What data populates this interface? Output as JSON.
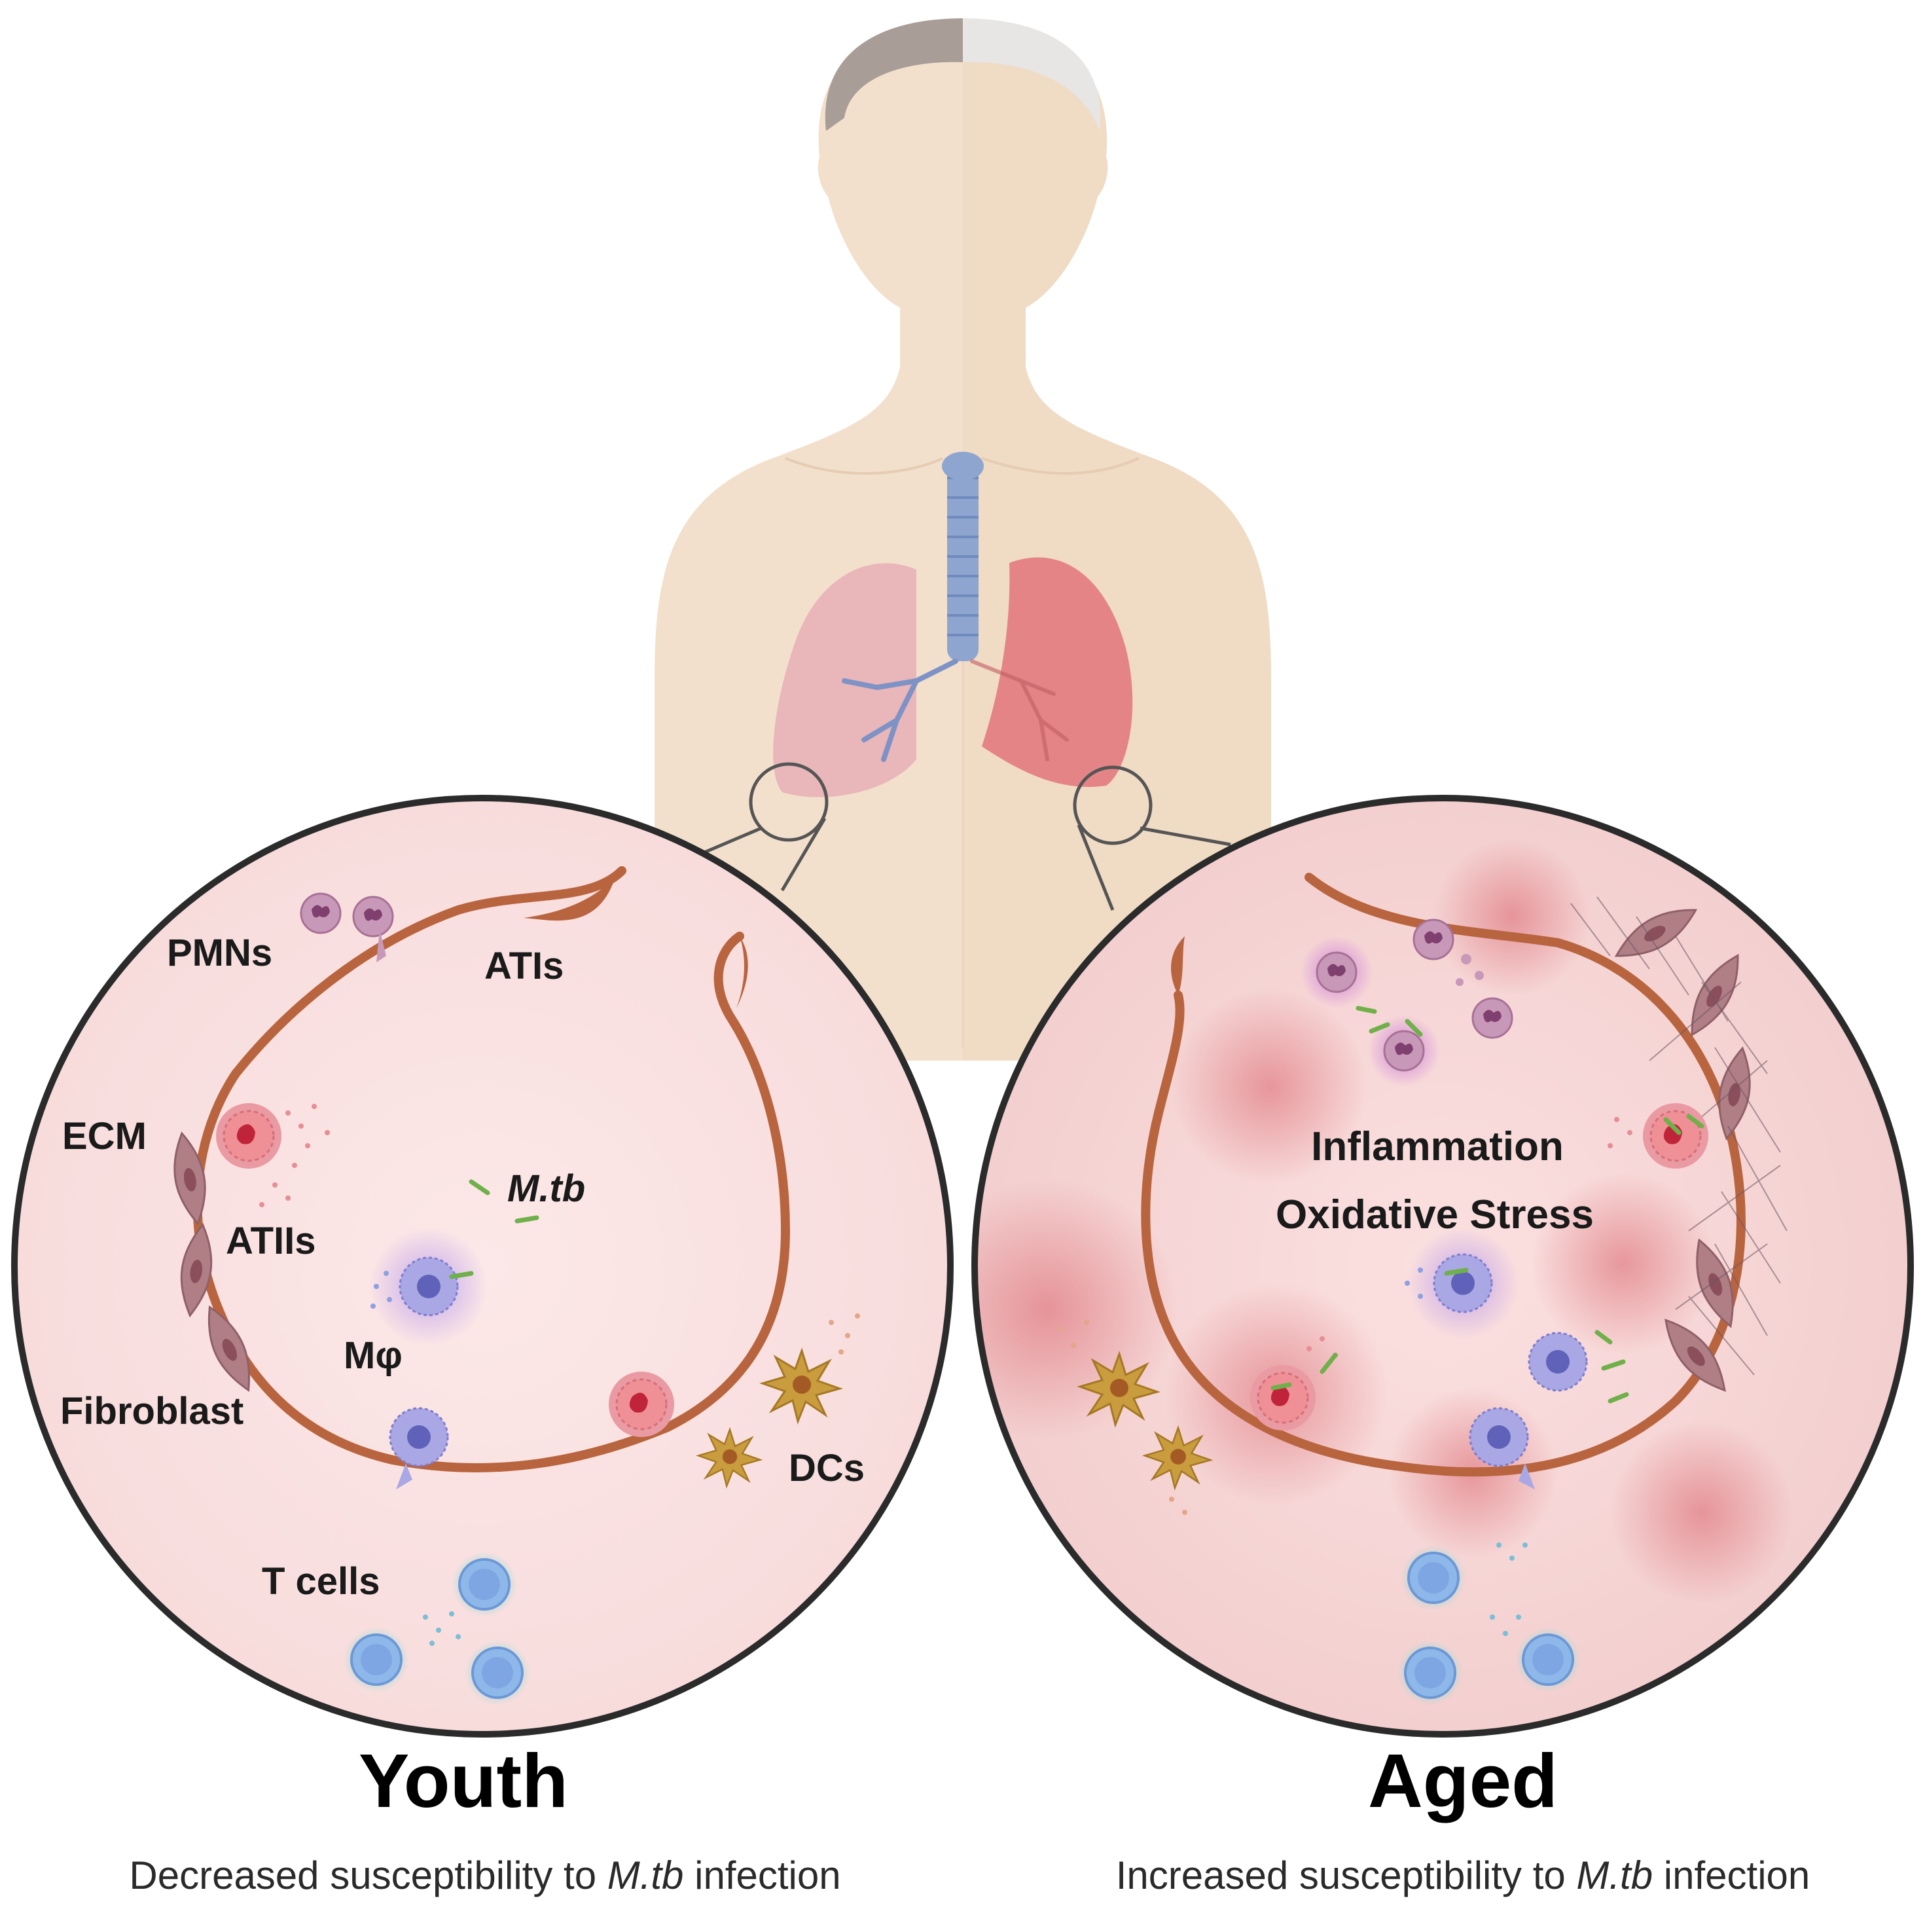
{
  "youth": {
    "title": "Youth",
    "caption_pre": "Decreased susceptibility to ",
    "caption_pathogen": "M.tb",
    "caption_post": " infection",
    "labels": {
      "pmns": "PMNs",
      "atis": "ATIs",
      "ecm": "ECM",
      "atiis": "ATIIs",
      "mtb": "M.tb",
      "macrophage": "Mφ",
      "fibroblast": "Fibroblast",
      "dcs": "DCs",
      "tcells": "T cells"
    }
  },
  "aged": {
    "title": "Aged",
    "caption_pre": "Increased susceptibility to ",
    "caption_pathogen": "M.tb",
    "caption_post": " infection",
    "labels": {
      "inflammation": "Inflammation",
      "oxidative_stress": "Oxidative Stress"
    }
  },
  "colors": {
    "skin": "#f3e0cc",
    "hair_young": "#a99d98",
    "hair_old": "#e7e6e4",
    "lung_young": "#e8b3b8",
    "lung_old": "#e27a7e",
    "trachea": "#8ea6cf",
    "alveolus_wall": "#b8643f",
    "circle_bg": "#fbe6e6",
    "pmn": "#c898b8",
    "atii": "#e59098",
    "macrophage": "#a5a4e0",
    "dc": "#c99c3e",
    "tcell": "#8fb8ea",
    "mtb": "#6fb04a",
    "fibroblast": "#b07f86"
  },
  "icons": [
    "human-torso-icon",
    "lung-icon",
    "alveolus-icon",
    "macrophage-icon",
    "neutrophil-icon",
    "dendritic-cell-icon",
    "t-cell-icon",
    "fibroblast-icon",
    "bacterium-icon"
  ]
}
